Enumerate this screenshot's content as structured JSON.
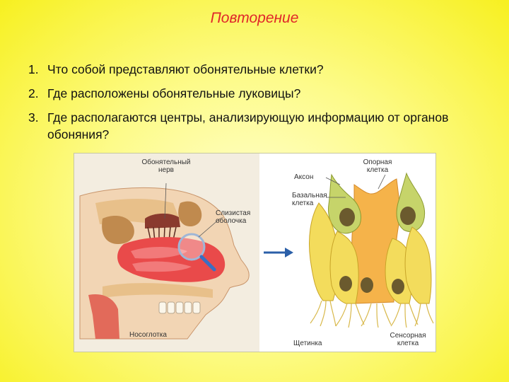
{
  "slide": {
    "title": "Повторение",
    "questions": [
      {
        "num": "1.",
        "text": "Что собой представляют обонятельные клетки?"
      },
      {
        "num": "2.",
        "text": "Где расположены обонятельные луковицы?"
      },
      {
        "num": "3.",
        "text": "Где располагаются центры, анализирующую информацию от органов обоняния?"
      }
    ]
  },
  "figure": {
    "labels": {
      "olfactory_nerve_1": "Обонятельный",
      "olfactory_nerve_2": "нерв",
      "mucosa_1": "Слизистая",
      "mucosa_2": "оболочка",
      "nasopharynx": "Носоглотка",
      "axon": "Аксон",
      "support_cell_1": "Опорная",
      "support_cell_2": "клетка",
      "basal_cell_1": "Базальная",
      "basal_cell_2": "клетка",
      "bristle": "Щетинка",
      "sensory_cell_1": "Сенсорная",
      "sensory_cell_2": "клетка"
    }
  },
  "colors": {
    "title": "#e0262a",
    "arrow": "#2b5fa8",
    "tissue_red": "#e94a4a",
    "cell_yellow": "#f3dc5c",
    "support_orange": "#f5b34a"
  }
}
